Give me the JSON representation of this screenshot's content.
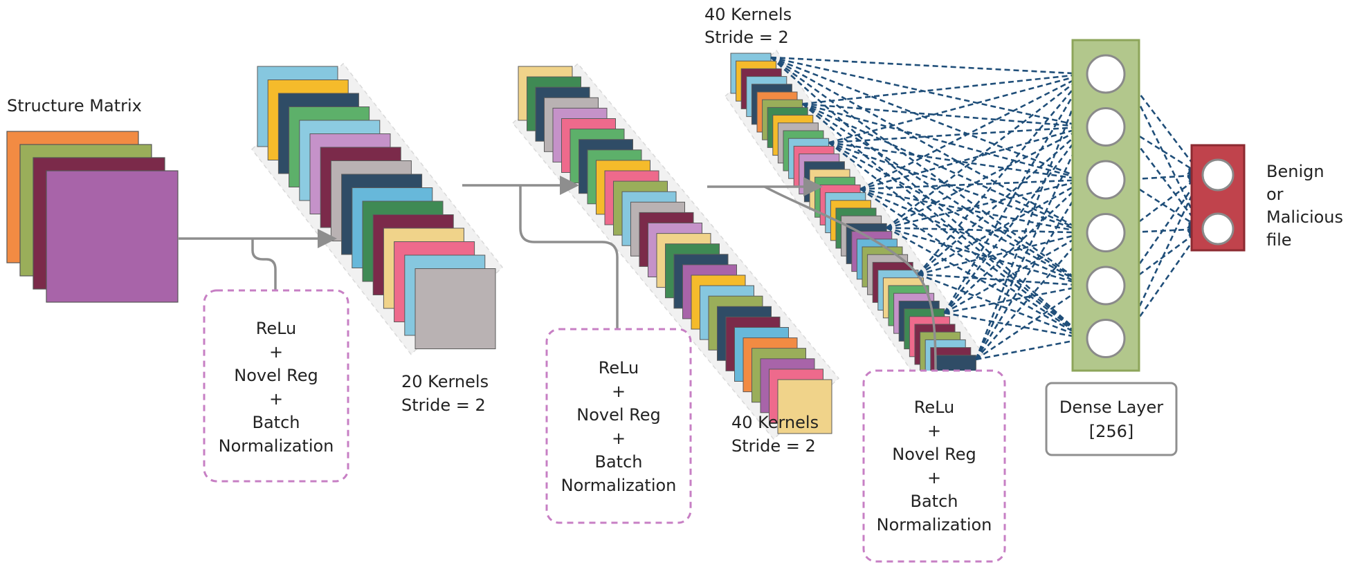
{
  "input": {
    "label": "Structure Matrix",
    "channel_colors": [
      "#f28b43",
      "#9aae5a",
      "#7b2a4a",
      "#a864a9"
    ]
  },
  "conv1": {
    "kernels_label": "20 Kernels",
    "stride_label": "Stride = 2",
    "colors": [
      "#86c7df",
      "#f5bb2b",
      "#2f4c66",
      "#5db06a",
      "#8ccbe1",
      "#c592c9",
      "#7b2a4a",
      "#b9b2b3",
      "#2f4c66",
      "#67b8da",
      "#3f8a54",
      "#7b2a4a",
      "#f0d38a",
      "#ee6a8c",
      "#86c7df",
      "#b9b2b3"
    ]
  },
  "activation1": {
    "lines": [
      "ReLu",
      "+",
      "Novel Reg",
      "+",
      "Batch",
      "Normalization"
    ]
  },
  "conv2": {
    "kernels_label": "40 Kernels",
    "stride_label": "Stride = 2",
    "colors": [
      "#f0d38a",
      "#3f8a54",
      "#2f4c66",
      "#b9b2b3",
      "#c592c9",
      "#ee6a8c",
      "#5db06a",
      "#2f4c66",
      "#5db06a",
      "#f5bb2b",
      "#ee6a8c",
      "#9aae5a",
      "#86c7df",
      "#b9b2b3",
      "#7b2a4a",
      "#c592c9",
      "#f0d38a",
      "#3f8a54",
      "#2f4c66",
      "#a864a9",
      "#f5bb2b",
      "#86c7df",
      "#9aae5a",
      "#2f4c66",
      "#7b2a4a",
      "#67b8da",
      "#f28b43",
      "#9aae5a",
      "#a864a9",
      "#ee6a8c",
      "#f0d38a"
    ]
  },
  "activation2": {
    "lines": [
      "ReLu",
      "+",
      "Novel Reg",
      "+",
      "Batch",
      "Normalization"
    ]
  },
  "conv3": {
    "kernels_label": "40 Kernels",
    "stride_label": "Stride = 2",
    "colors": [
      "#86c7df",
      "#f5bb2b",
      "#7b2a4a",
      "#86c7df",
      "#2f4c66",
      "#f28b43",
      "#9aae5a",
      "#3f8a54",
      "#f5bb2b",
      "#b9b2b3",
      "#5db06a",
      "#86c7df",
      "#ee6a8c",
      "#c592c9",
      "#2f4c66",
      "#f0d38a",
      "#5db06a",
      "#ee6a8c",
      "#86c7df",
      "#f5bb2b",
      "#3f8a54",
      "#b9b2b3",
      "#2f4c66",
      "#a864a9",
      "#67b8da",
      "#9aae5a",
      "#b9b2b3",
      "#7b2a4a",
      "#86c7df",
      "#f0d38a",
      "#5db06a",
      "#c592c9",
      "#2f4c66",
      "#3f8a54",
      "#ee6a8c",
      "#7b2a4a",
      "#9aae5a",
      "#86c7df",
      "#7b2a4a",
      "#2f4c66"
    ]
  },
  "activation3": {
    "lines": [
      "ReLu",
      "+",
      "Novel Reg",
      "+",
      "Batch",
      "Normalization"
    ]
  },
  "dense": {
    "title": "Dense Layer",
    "size": "[256]",
    "neuron_count": 6,
    "fill": "#b2c78c",
    "stroke": "#8da55a"
  },
  "output": {
    "neuron_count": 2,
    "fill": "#c0434c",
    "stroke": "#8c2a31",
    "label_lines": [
      "Benign",
      "or",
      "Malicious",
      "file"
    ]
  },
  "connection_color": "#1f4e79"
}
